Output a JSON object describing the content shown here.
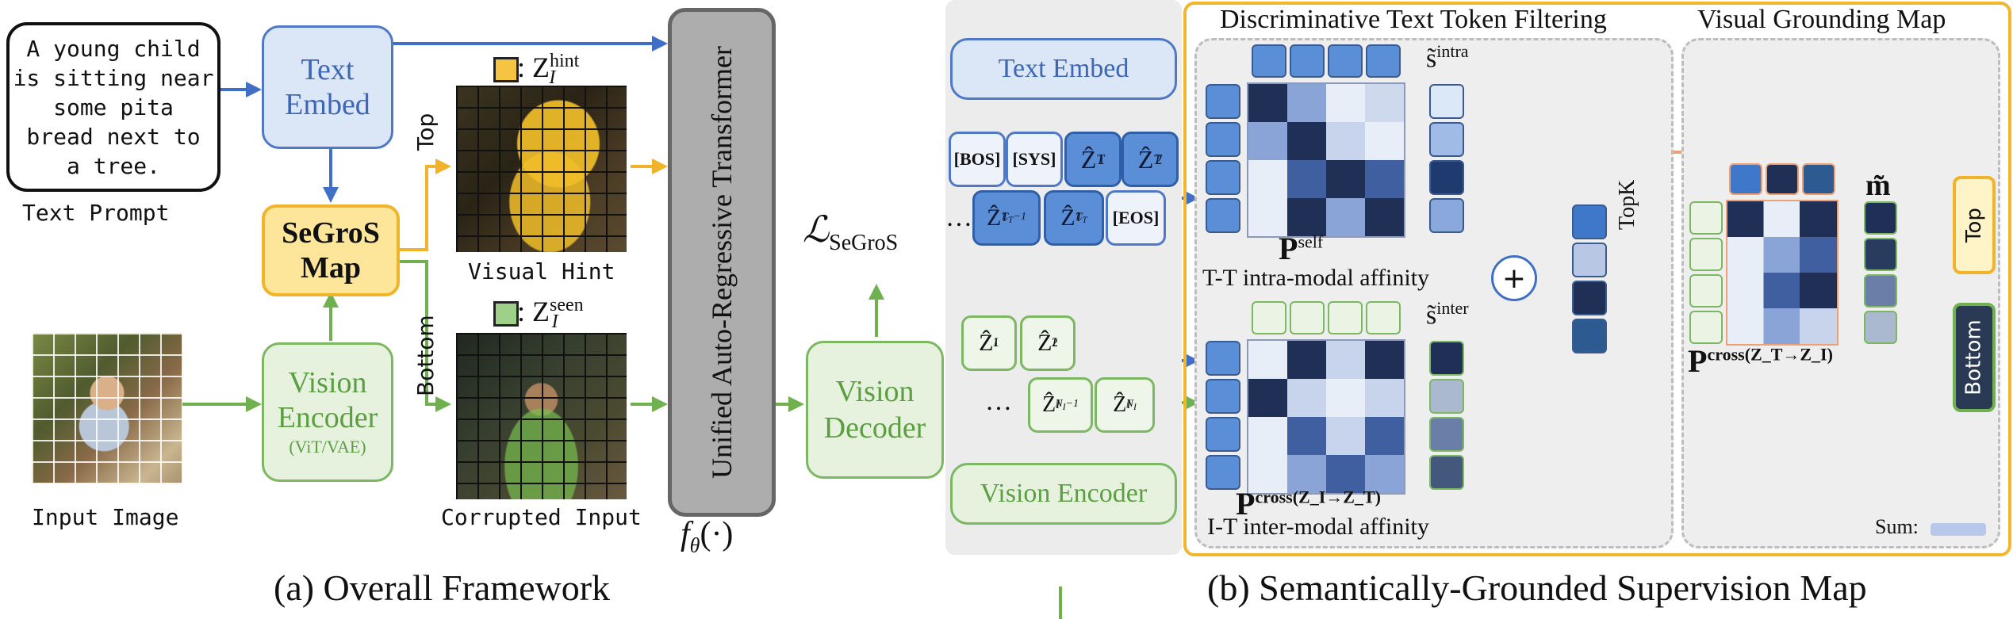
{
  "panel_a": {
    "text_prompt": {
      "bubble_lines": [
        "A young child",
        "is sitting near",
        "some pita",
        "bread next to",
        "a tree."
      ],
      "label": "Text Prompt"
    },
    "text_embed": {
      "line1": "Text",
      "line2": "Embed"
    },
    "segros_map": {
      "line1": "SeGroS",
      "line2": "Map"
    },
    "vision_encoder": {
      "line1": "Vision",
      "line2": "Encoder",
      "sub": "(ViT/VAE)"
    },
    "input_image_label": "Input Image",
    "hint_legend": ": Z",
    "hint_sup": "hint",
    "hint_sub": "I",
    "seen_legend": ": Z",
    "seen_sup": "seen",
    "seen_sub": "I",
    "top_label": "Top",
    "bottom_label": "Bottom",
    "visual_hint_label": "Visual Hint",
    "corrupted_input_label": "Corrupted Input",
    "transformer_label": "Unified Auto-Regressive Transformer",
    "f_theta": "f",
    "f_theta_sub": "θ",
    "f_theta_arg": "(·)",
    "loss_label": "ℒ",
    "loss_sub": "SeGroS",
    "vision_decoder": {
      "line1": "Vision",
      "line2": "Decoder"
    },
    "caption": "(a) Overall Framework"
  },
  "panel_b": {
    "text_embed": "Text Embed",
    "bos": "[BOS]",
    "sys": "[SYS]",
    "eos": "[EOS]",
    "ellipsis": "…",
    "vision_encoder": "Vision Encoder",
    "dttf_title": "Discriminative Text Token Filtering",
    "vgm_title": "Visual Grounding Map",
    "s_intra": "s̃",
    "s_intra_sup": "intra",
    "s_inter": "s̃",
    "s_inter_sup": "inter",
    "p_self": "P",
    "p_self_sup": "self",
    "tt_affinity": "T-T intra-modal affinity",
    "p_cross_it": "P",
    "p_cross_it_sup": "cross(Z_I→Z_T)",
    "it_affinity": "I-T inter-modal affinity",
    "plus": "+",
    "topk": "TopK",
    "m_tilde": "m̃",
    "p_cross_ti": "P",
    "p_cross_ti_sup": "cross(Z_T→Z_I)",
    "top": "Top",
    "bottom": "Bottom",
    "sum_label": "Sum:",
    "caption": "(b) Semantically-Grounded Supervision Map"
  },
  "colors": {
    "blue_arrow": "#3f6fc6",
    "green_arrow": "#6fb04f",
    "yellow_arrow": "#f2b32a",
    "orange_arrow": "#f0a070"
  }
}
